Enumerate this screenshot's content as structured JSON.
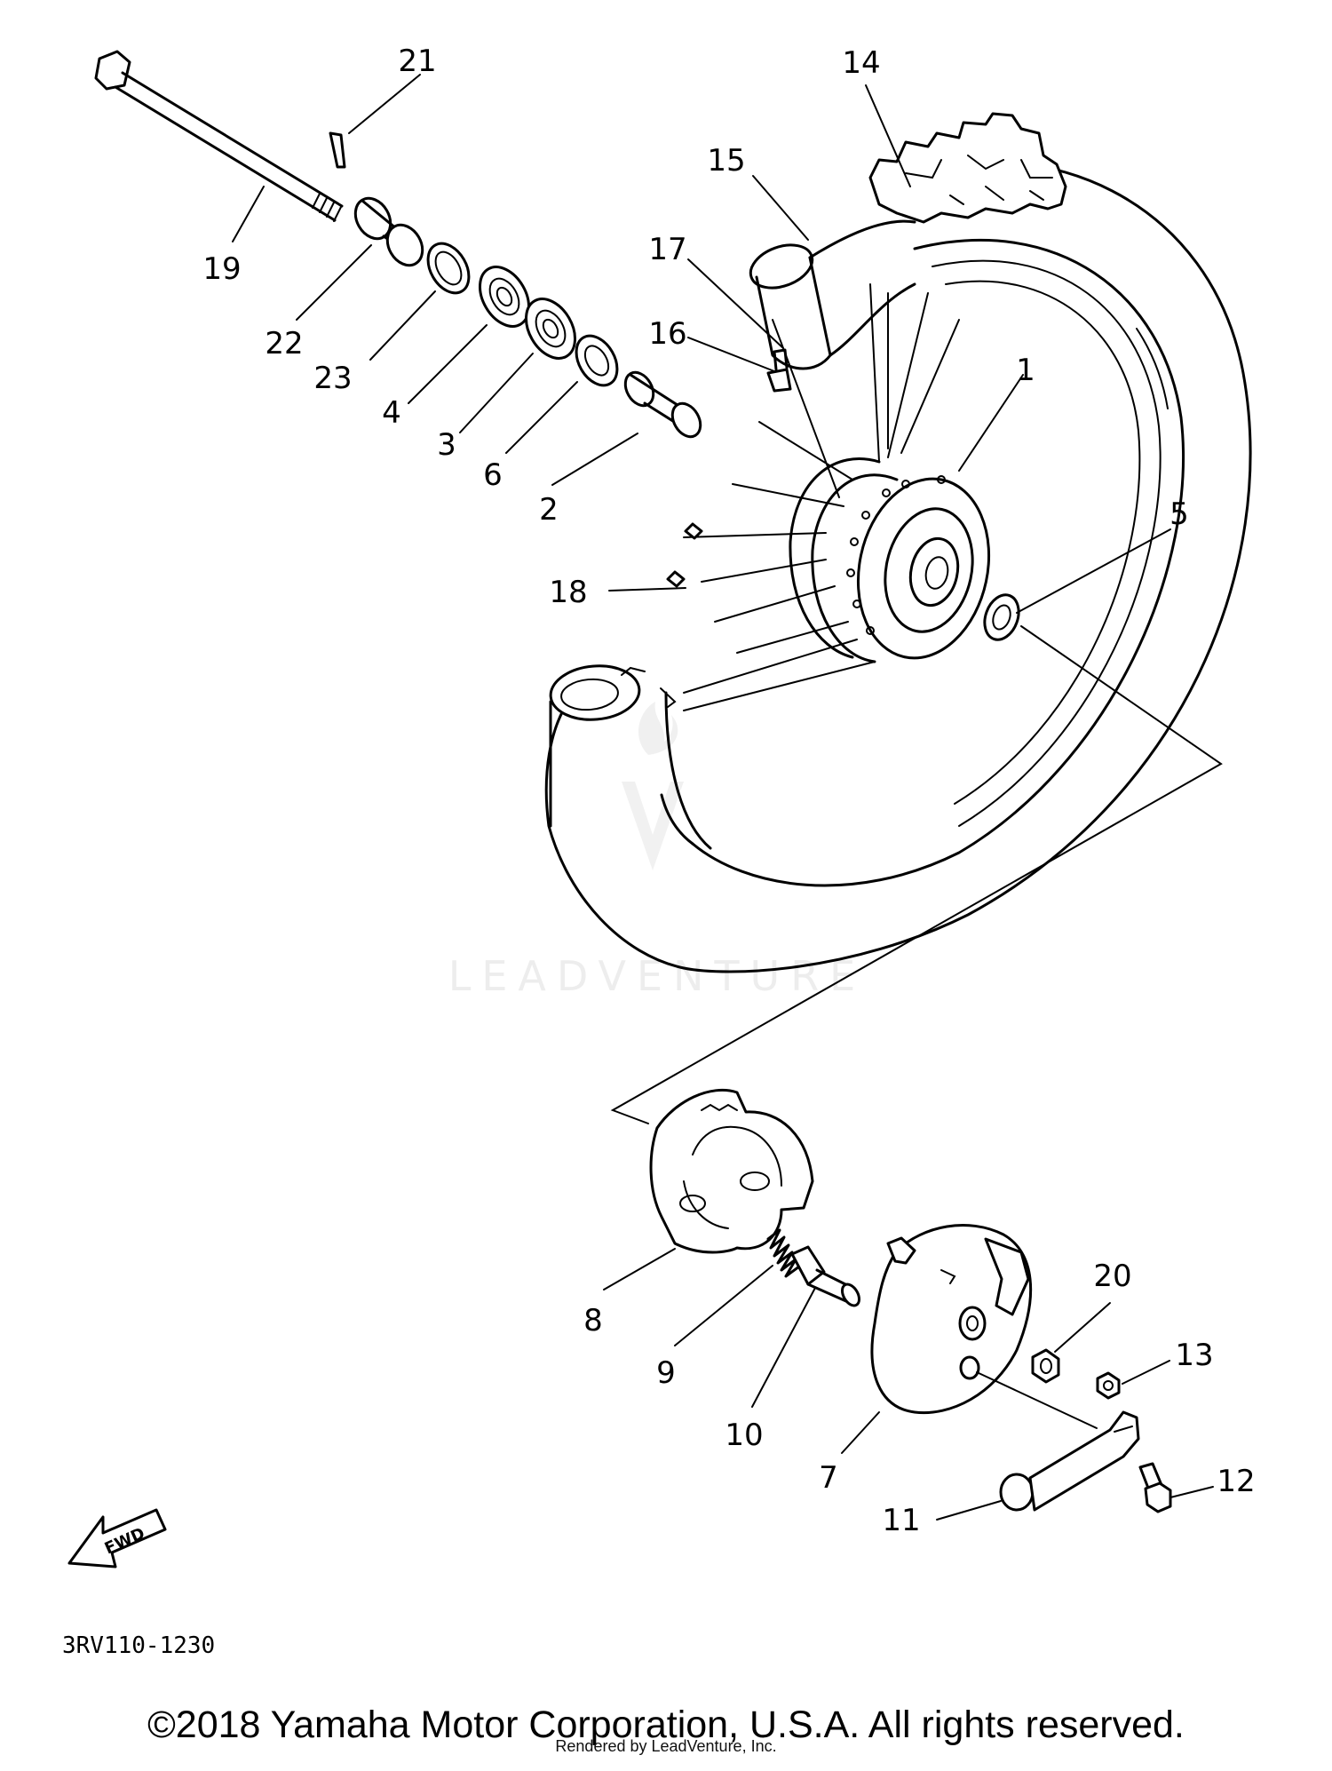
{
  "diagram": {
    "callouts": [
      {
        "id": "p1",
        "label": "1"
      },
      {
        "id": "p2",
        "label": "2"
      },
      {
        "id": "p3",
        "label": "3"
      },
      {
        "id": "p4",
        "label": "4"
      },
      {
        "id": "p5",
        "label": "5"
      },
      {
        "id": "p6",
        "label": "6"
      },
      {
        "id": "p7",
        "label": "7"
      },
      {
        "id": "p8",
        "label": "8"
      },
      {
        "id": "p9",
        "label": "9"
      },
      {
        "id": "p10",
        "label": "10"
      },
      {
        "id": "p11",
        "label": "11"
      },
      {
        "id": "p12",
        "label": "12"
      },
      {
        "id": "p13",
        "label": "13"
      },
      {
        "id": "p14",
        "label": "14"
      },
      {
        "id": "p15",
        "label": "15"
      },
      {
        "id": "p16",
        "label": "16"
      },
      {
        "id": "p17",
        "label": "17"
      },
      {
        "id": "p18",
        "label": "18"
      },
      {
        "id": "p19",
        "label": "19"
      },
      {
        "id": "p20",
        "label": "20"
      },
      {
        "id": "p21",
        "label": "21"
      },
      {
        "id": "p22",
        "label": "22"
      },
      {
        "id": "p23",
        "label": "23"
      }
    ],
    "fwd_label": "FWD",
    "code": "3RV110-1230",
    "watermark": "LEADVENTURE"
  },
  "footer": {
    "copyright": "©2018 Yamaha Motor Corporation, U.S.A. All rights reserved.",
    "rendered_by": "Rendered by LeadVenture, Inc."
  },
  "colors": {
    "line": "#000000",
    "background": "#ffffff",
    "watermark": "#ececec"
  }
}
